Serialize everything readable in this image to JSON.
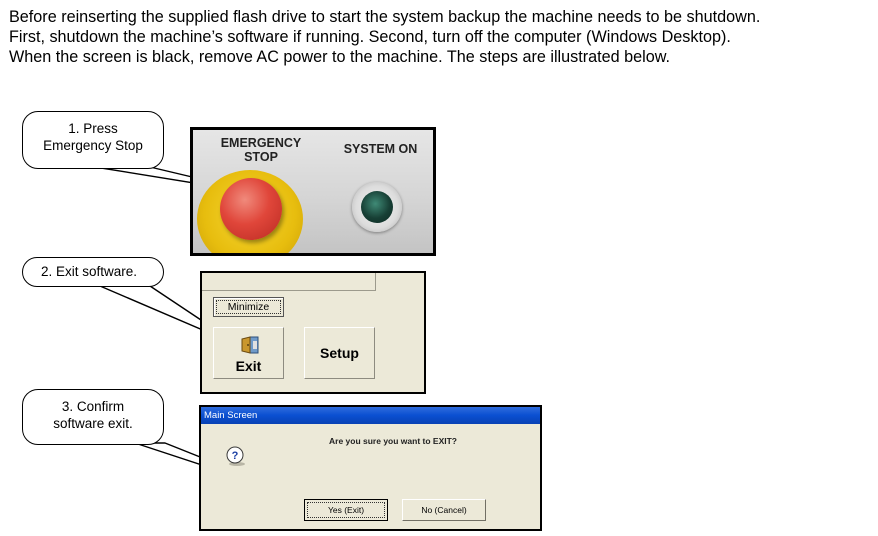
{
  "intro": {
    "lines": [
      "Before reinserting the supplied flash drive to start the system backup the machine needs to be shutdown.",
      "First, shutdown the machine’s software if running. Second, turn off the computer (Windows Desktop).",
      "When the screen is black, remove AC power to the machine. The steps are illustrated below."
    ]
  },
  "callouts": [
    {
      "lines": [
        "1. Press",
        "Emergency Stop"
      ]
    },
    {
      "lines": [
        "2. Exit software."
      ]
    },
    {
      "lines": [
        "3. Confirm",
        "software exit."
      ]
    }
  ],
  "panel1": {
    "emergency_label_lines": [
      "EMERGENCY",
      "STOP"
    ],
    "system_on_label": "SYSTEM ON",
    "colors": {
      "stop_red": "#e0463a",
      "ring_yellow": "#e7bd0e",
      "lamp_green": "#173f35"
    }
  },
  "panel2": {
    "minimize_label": "Minimize",
    "exit_label": "Exit",
    "exit_icon": "door-exit-icon",
    "setup_label": "Setup"
  },
  "panel3": {
    "title": "Main Screen",
    "question_icon": "question-icon",
    "message": "Are you sure you want to EXIT?",
    "yes_label": "Yes (Exit)",
    "no_label": "No (Cancel)",
    "colors": {
      "title_bar": "#0a4fd1"
    }
  }
}
